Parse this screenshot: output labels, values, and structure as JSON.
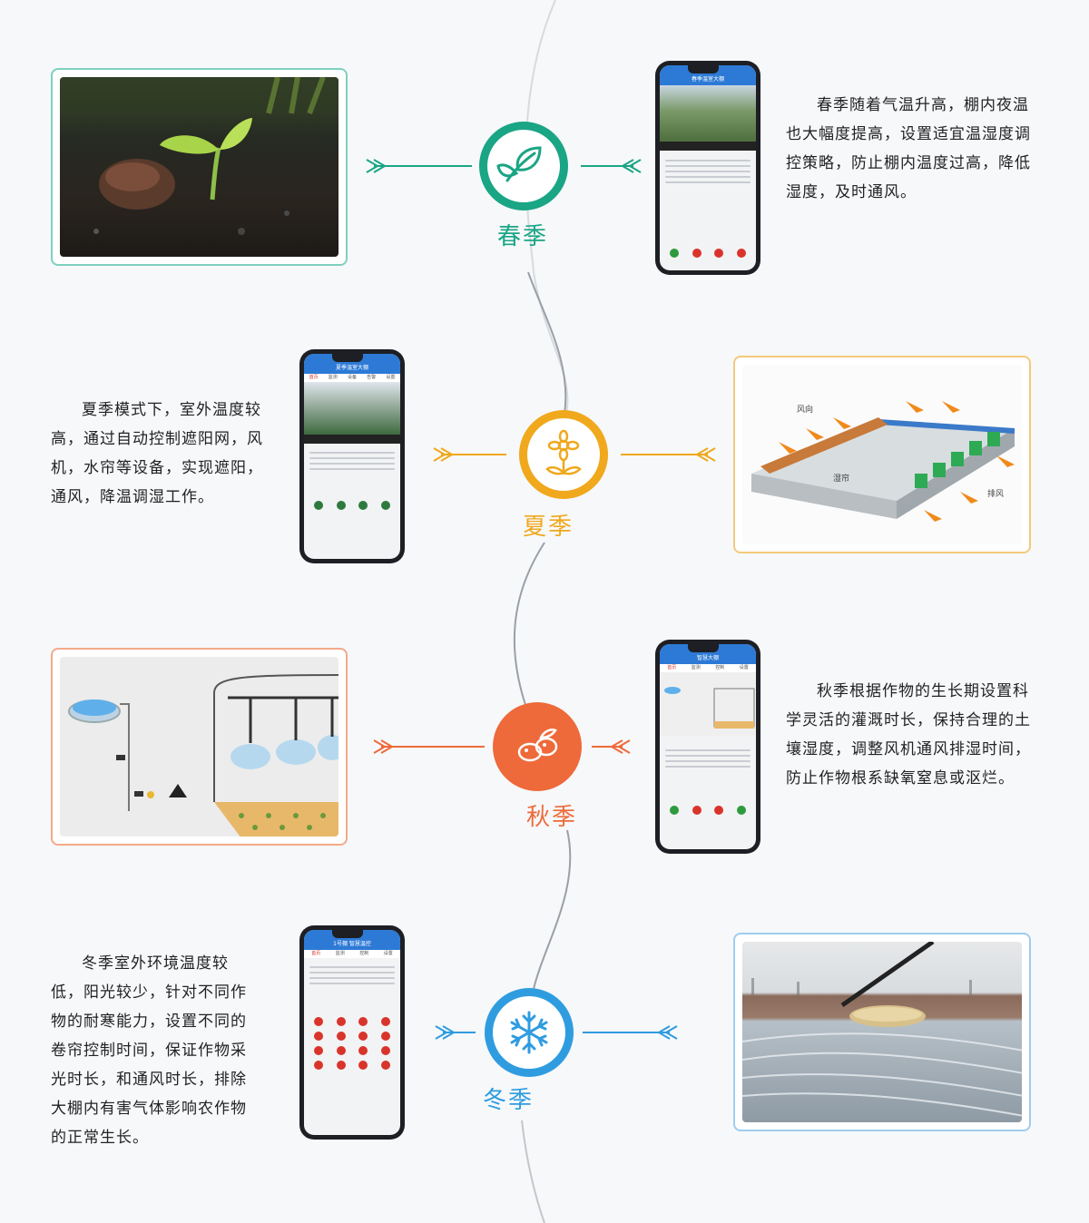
{
  "seasons": [
    {
      "id": "spring",
      "label": "春季",
      "color": "#1aa585",
      "icon": "leaf-icon",
      "description": "春季随着气温升高，棚内夜温也大幅度提高，设置适宜温湿度调控策略，防止棚内温度过高，降低湿度，及时通风。",
      "phone_title": "春季温室大棚",
      "photo": "seedling-in-soil"
    },
    {
      "id": "summer",
      "label": "夏季",
      "color": "#f0a81c",
      "icon": "flower-icon",
      "description": "夏季模式下，室外温度较高，通过自动控制遮阳网，风机，水帘等设备，实现遮阳，通风，降温调湿工作。",
      "phone_title": "夏季温室大棚",
      "phone_tabs": [
        "首页",
        "监测",
        "设备",
        "告警",
        "设置"
      ],
      "photo": "greenhouse-cooling-diagram",
      "diagram_labels": [
        "风向",
        "湿帘",
        "排风"
      ]
    },
    {
      "id": "autumn",
      "label": "秋季",
      "color": "#ee6a3a",
      "icon": "fruit-icon",
      "description": "秋季根据作物的生长期设置科学灵活的灌溉时长，保持合理的土壤湿度，调整风机通风排湿时间，防止作物根系缺氧窒息或沤烂。",
      "phone_title": "智慧大棚",
      "phone_tabs": [
        "首页",
        "监测",
        "控制",
        "设置"
      ],
      "photo": "irrigation-system-diagram"
    },
    {
      "id": "winter",
      "label": "冬季",
      "color": "#2f9ce0",
      "icon": "snowflake-icon",
      "description": "冬季室外环境温度较低，阳光较少，针对不同作物的耐寒能力，设置不同的卷帘控制时间，保证作物采光时长，和通风时长，排除大棚内有害气体影响农作物的正常生长。",
      "phone_title": "1号棚 智慧温控",
      "phone_tabs": [
        "首页",
        "监测",
        "控制",
        "设置"
      ],
      "photo": "greenhouse-roller-blind"
    }
  ]
}
